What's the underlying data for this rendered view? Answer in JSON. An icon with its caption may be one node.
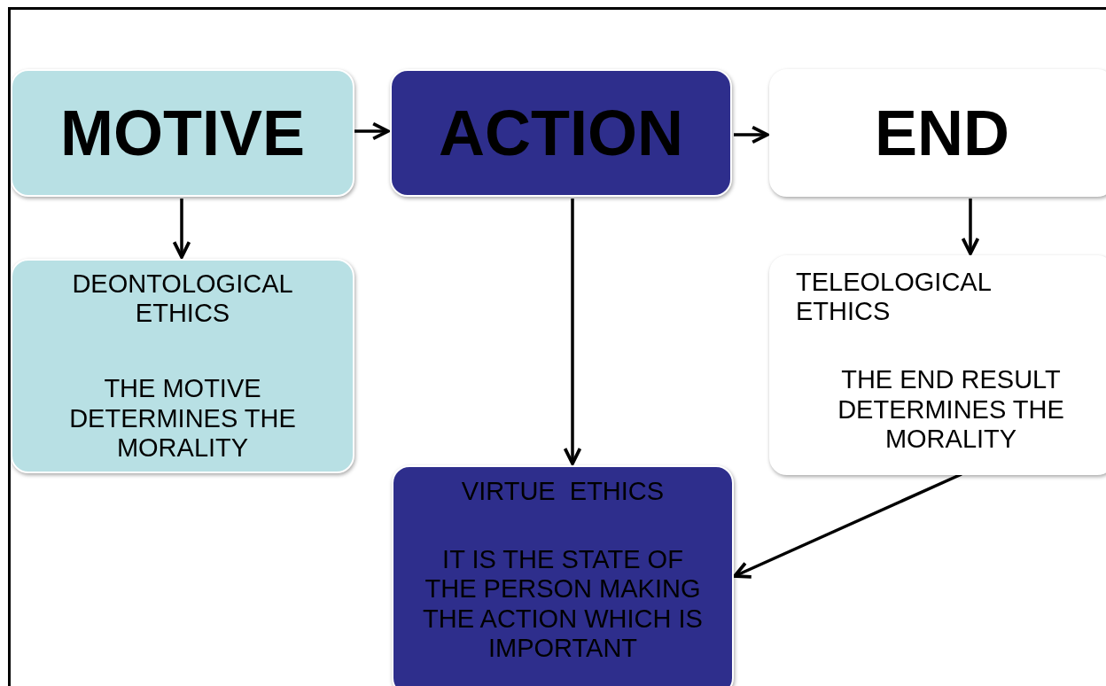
{
  "diagram": {
    "nodes": [
      {
        "text": [
          "MOTIVE"
        ]
      },
      {
        "text": [
          "ACTION"
        ]
      },
      {
        "text": [
          "END"
        ]
      },
      {
        "text": [
          "DEONTOLOGICAL ETHICS",
          "THE MOTIVE DETERMINES THE MORALITY"
        ]
      },
      {
        "text": [
          "TELEOLOGICAL ETHICS",
          "THE END RESULT DETERMINES THE MORALITY"
        ]
      },
      {
        "text": [
          "VIRTUE  ETHICS",
          "IT IS THE STATE OF THE PERSON MAKING THE ACTION WHICH IS IMPORTANT"
        ]
      }
    ],
    "edges": [
      {
        "from": 0,
        "to": 1,
        "arrow": "to"
      },
      {
        "from": 1,
        "to": 2,
        "arrow": "to"
      },
      {
        "from": 0,
        "to": 3,
        "arrow": "to"
      },
      {
        "from": 2,
        "to": 4,
        "arrow": "to"
      },
      {
        "from": 1,
        "to": 5,
        "arrow": "to"
      },
      {
        "from": 4,
        "to": 5,
        "arrow": "to"
      }
    ]
  }
}
